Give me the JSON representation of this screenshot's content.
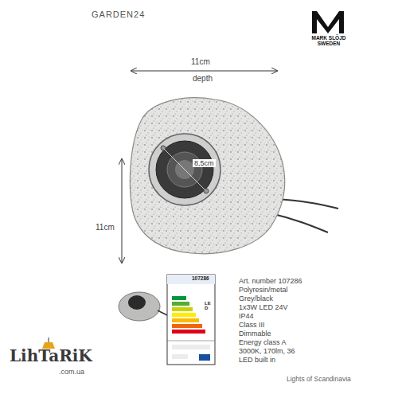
{
  "diagram": {
    "title": "GARDEN24",
    "labels": [
      "MARK SLÖJD SWEDEN",
      "11cm",
      "depth",
      "8,5cm",
      "11cm",
      "107286",
      "LED",
      "Art. number 107286",
      "Polyresin/metal",
      "Grey/black",
      "1x3W LED 24V",
      "IP44",
      "Class III",
      "Dimmable",
      "Energy class A",
      "3000K, 170lm, 36",
      "LED built in",
      "LihTaRiK",
      ".com.ua",
      "Lights of Scandinavia"
    ]
  }
}
